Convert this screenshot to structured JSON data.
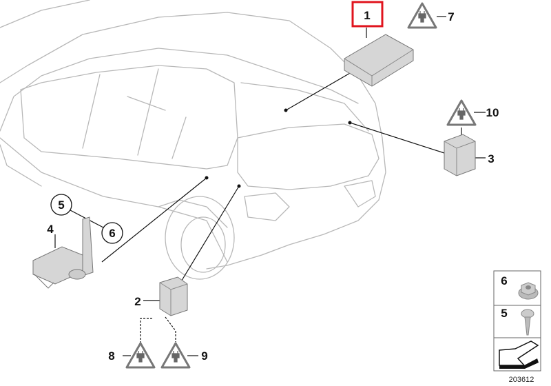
{
  "diagram": {
    "title_part": "1",
    "callouts": {
      "p1": "1",
      "p2": "2",
      "p3": "3",
      "p4": "4",
      "p5": "5",
      "p6": "6",
      "p7": "7",
      "p8": "8",
      "p9": "9",
      "p10": "10"
    },
    "legend": {
      "rows": [
        {
          "number": "6",
          "icon": "hex-nut-icon"
        },
        {
          "number": "5",
          "icon": "screw-icon"
        },
        {
          "number": "",
          "icon": "arrow-direction-icon"
        }
      ]
    },
    "diagram_number": "203612",
    "highlight_color": "#e0141e"
  }
}
